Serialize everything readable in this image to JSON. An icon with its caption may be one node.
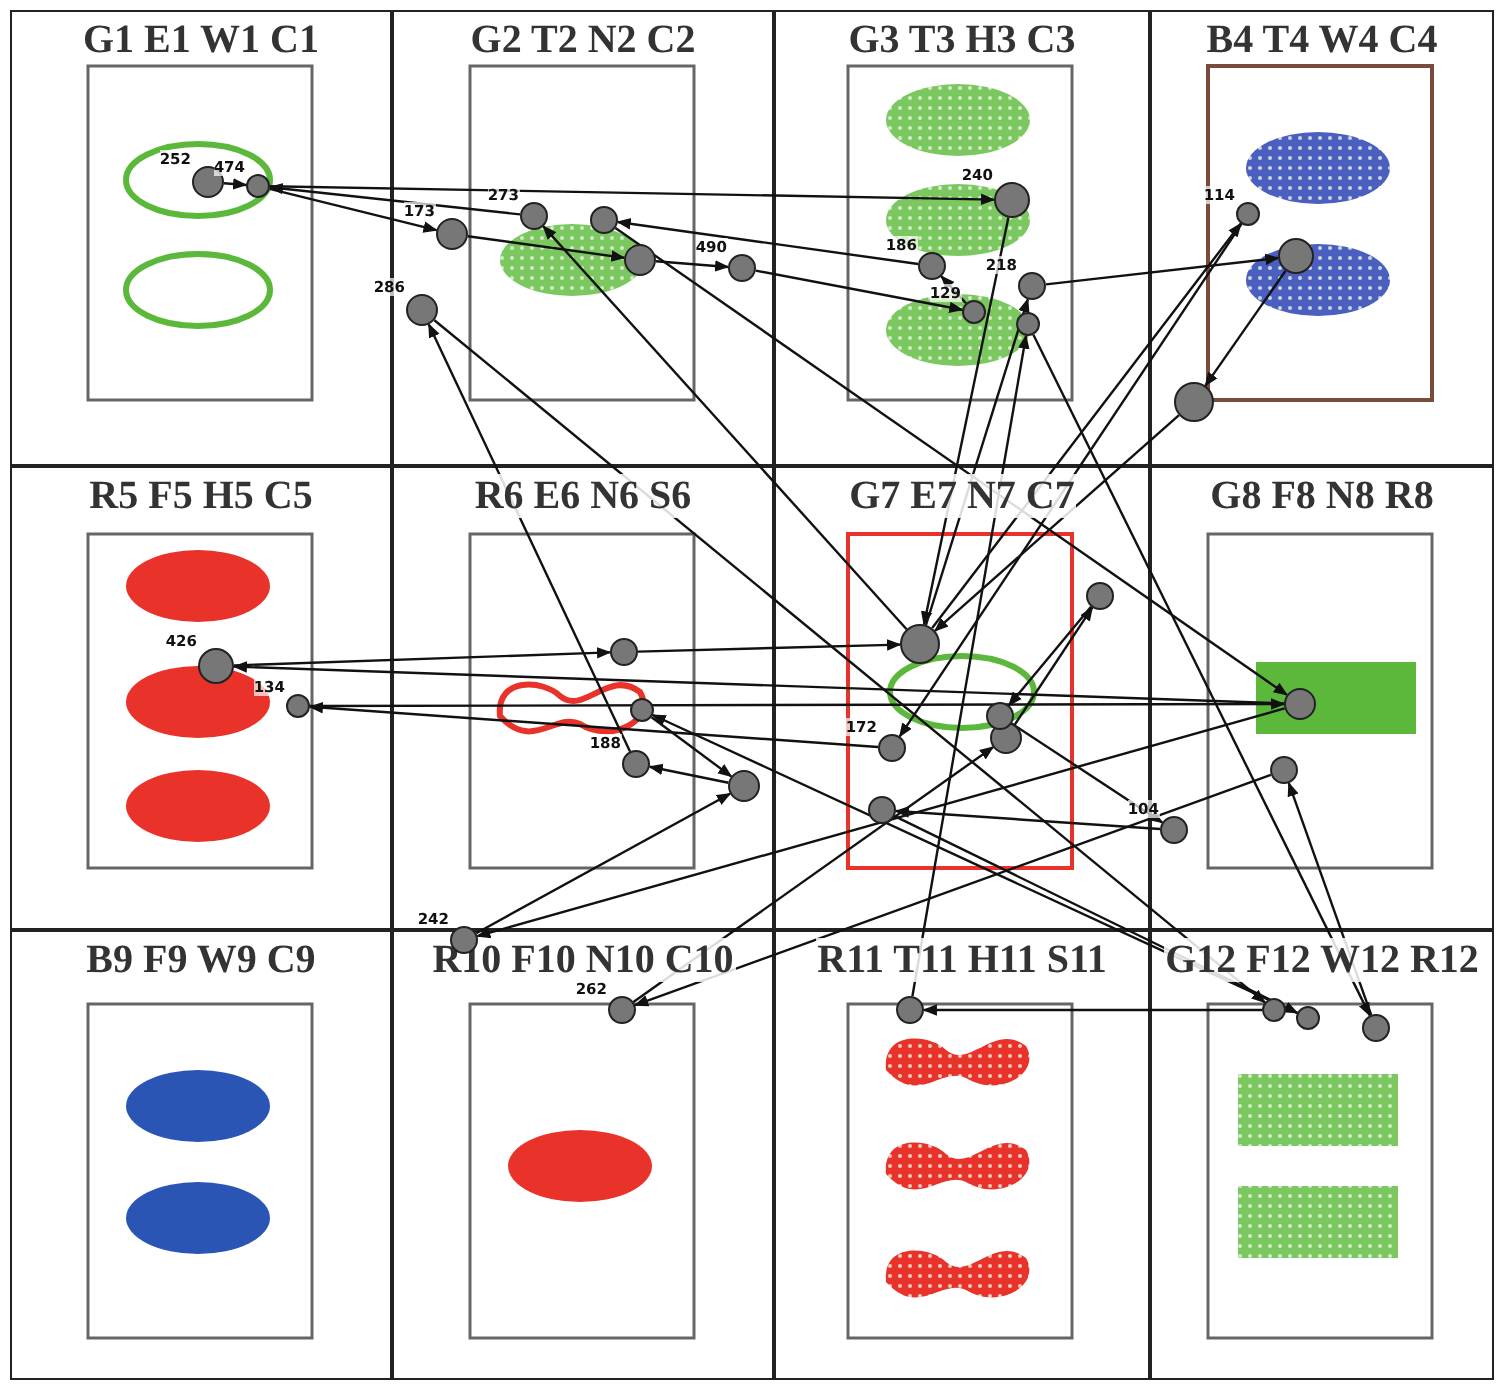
{
  "diagram": {
    "nodes": [
      {
        "text": [
          "G1 E1 W1 C1"
        ]
      },
      {
        "text": [
          "G2 T2 N2 C2"
        ]
      },
      {
        "text": [
          "G3 T3 H3 C3"
        ]
      },
      {
        "text": [
          "B4 T4 W4 C4"
        ]
      },
      {
        "text": [
          "R5 F5 H5 C5"
        ]
      },
      {
        "text": [
          "R6 E6 N6 S6"
        ]
      },
      {
        "text": [
          "G7 E7 N7 C7"
        ]
      },
      {
        "text": [
          "G8 F8 N8 R8"
        ]
      },
      {
        "text": [
          "B9 F9 W9 C9"
        ]
      },
      {
        "text": [
          "R10 F10 N10 C10"
        ]
      },
      {
        "text": [
          "R11 T11 H11 S11"
        ]
      },
      {
        "text": [
          "G12 F12 W12 R12"
        ]
      },
      {
        "text": [],
        "shape": "circle",
        "in": 0,
        "beside": [
          "252"
        ]
      },
      {
        "text": [],
        "shape": "circle",
        "in": 0,
        "beside": [
          "474"
        ]
      },
      {
        "text": [],
        "shape": "circle",
        "in": 1,
        "beside": [
          "173"
        ]
      },
      {
        "text": [],
        "shape": "circle",
        "in": 1,
        "beside": [
          "273"
        ]
      },
      {
        "text": [],
        "shape": "circle",
        "in": 1
      },
      {
        "text": [],
        "shape": "circle",
        "in": 1
      },
      {
        "text": [],
        "shape": "circle",
        "in": 1,
        "beside": [
          "490"
        ]
      },
      {
        "text": [],
        "shape": "circle",
        "in": 1,
        "beside": [
          "286"
        ]
      },
      {
        "text": [],
        "shape": "circle",
        "in": 2,
        "beside": [
          "240"
        ]
      },
      {
        "text": [],
        "shape": "circle",
        "in": 2,
        "beside": [
          "186"
        ]
      },
      {
        "text": [],
        "shape": "circle",
        "in": 2,
        "beside": [
          "129"
        ]
      },
      {
        "text": [],
        "shape": "circle",
        "in": 2,
        "beside": [
          "218"
        ]
      },
      {
        "text": [],
        "shape": "circle",
        "in": 2
      },
      {
        "text": [],
        "shape": "circle",
        "in": 3,
        "beside": [
          "114"
        ]
      },
      {
        "text": [],
        "shape": "circle",
        "in": 3
      },
      {
        "text": [],
        "shape": "circle",
        "in": 3
      },
      {
        "text": [],
        "shape": "circle",
        "in": 4,
        "beside": [
          "426"
        ]
      },
      {
        "text": [],
        "shape": "circle",
        "in": 4,
        "beside": [
          "134"
        ]
      },
      {
        "text": [],
        "shape": "circle",
        "in": 5
      },
      {
        "text": [],
        "shape": "circle",
        "in": 5
      },
      {
        "text": [],
        "shape": "circle",
        "in": 5,
        "beside": [
          "188"
        ]
      },
      {
        "text": [],
        "shape": "circle",
        "in": 5
      },
      {
        "text": [],
        "shape": "circle",
        "in": 6
      },
      {
        "text": [],
        "shape": "circle",
        "in": 6
      },
      {
        "text": [],
        "shape": "circle",
        "in": 6
      },
      {
        "text": [],
        "shape": "circle",
        "in": 6,
        "beside": [
          "172"
        ]
      },
      {
        "text": [],
        "shape": "circle",
        "in": 6
      },
      {
        "text": [],
        "shape": "circle",
        "in": 6
      },
      {
        "text": [],
        "shape": "circle",
        "in": 7
      },
      {
        "text": [],
        "shape": "circle",
        "in": 7
      },
      {
        "text": [],
        "shape": "circle",
        "in": 7,
        "beside": [
          "104"
        ]
      },
      {
        "text": [],
        "shape": "circle",
        "in": 9,
        "beside": [
          "242"
        ]
      },
      {
        "text": [],
        "shape": "circle",
        "in": 9,
        "beside": [
          "262"
        ]
      },
      {
        "text": [],
        "shape": "circle",
        "in": 10
      },
      {
        "text": [],
        "shape": "circle",
        "in": 11
      },
      {
        "text": [],
        "shape": "circle",
        "in": 11
      },
      {
        "text": [],
        "shape": "circle",
        "in": 11
      }
    ],
    "edges": [
      {
        "from": 12,
        "to": 13,
        "arrow": "to"
      },
      {
        "from": 13,
        "to": 20,
        "arrow": "to"
      },
      {
        "from": 20,
        "to": 34,
        "arrow": "to"
      },
      {
        "from": 34,
        "to": 15,
        "arrow": "to"
      },
      {
        "from": 15,
        "to": 13,
        "arrow": "to"
      },
      {
        "from": 13,
        "to": 14,
        "arrow": "to"
      },
      {
        "from": 14,
        "to": 17,
        "arrow": "to"
      },
      {
        "from": 17,
        "to": 18,
        "arrow": "to"
      },
      {
        "from": 18,
        "to": 22,
        "arrow": "to"
      },
      {
        "from": 22,
        "to": 21,
        "arrow": "to"
      },
      {
        "from": 21,
        "to": 16,
        "arrow": "to"
      },
      {
        "from": 16,
        "to": 40,
        "arrow": "to"
      },
      {
        "from": 40,
        "to": 28,
        "arrow": "to"
      },
      {
        "from": 28,
        "to": 30,
        "arrow": "to"
      },
      {
        "from": 30,
        "to": 34,
        "arrow": "to"
      },
      {
        "from": 34,
        "to": 23,
        "arrow": "to"
      },
      {
        "from": 23,
        "to": 26,
        "arrow": "to"
      },
      {
        "from": 26,
        "to": 27,
        "arrow": "to"
      },
      {
        "from": 27,
        "to": 34,
        "arrow": "to"
      },
      {
        "from": 34,
        "to": 25,
        "arrow": "to"
      },
      {
        "from": 25,
        "to": 37,
        "arrow": "to"
      },
      {
        "from": 37,
        "to": 29,
        "arrow": "to"
      },
      {
        "from": 29,
        "to": 40,
        "arrow": "to"
      },
      {
        "from": 40,
        "to": 43,
        "arrow": "to"
      },
      {
        "from": 43,
        "to": 33,
        "arrow": "to"
      },
      {
        "from": 33,
        "to": 32,
        "arrow": "to"
      },
      {
        "from": 32,
        "to": 19,
        "arrow": "to"
      },
      {
        "from": 19,
        "to": 46,
        "arrow": "to"
      },
      {
        "from": 46,
        "to": 45,
        "arrow": "to"
      },
      {
        "from": 45,
        "to": 24,
        "arrow": "to"
      },
      {
        "from": 24,
        "to": 48,
        "arrow": "to"
      },
      {
        "from": 48,
        "to": 41,
        "arrow": "to"
      },
      {
        "from": 41,
        "to": 44,
        "arrow": "to"
      },
      {
        "from": 44,
        "to": 35,
        "arrow": "to"
      },
      {
        "from": 35,
        "to": 36,
        "arrow": "to"
      },
      {
        "from": 36,
        "to": 39,
        "arrow": "to"
      },
      {
        "from": 39,
        "to": 42,
        "arrow": "to"
      },
      {
        "from": 42,
        "to": 38,
        "arrow": "to"
      },
      {
        "from": 38,
        "to": 47,
        "arrow": "to"
      },
      {
        "from": 47,
        "to": 31,
        "arrow": "to"
      },
      {
        "from": 31,
        "to": 33,
        "arrow": "to"
      }
    ]
  }
}
